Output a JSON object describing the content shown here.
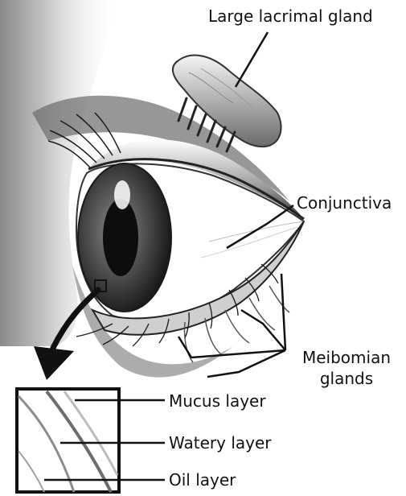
{
  "labels": {
    "large_lacrimal_gland": "Large lacrimal gland",
    "conjunctiva": "Conjunctiva",
    "meibomian_line1": "Meibomian",
    "meibomian_line2": "glands",
    "mucus_layer": "Mucus layer",
    "watery_layer": "Watery layer",
    "oil_layer": "Oil layer"
  },
  "colors": {
    "ink": "#111111",
    "iris": "#3a3a3a",
    "pupil": "#0d0d0d",
    "sclera": "#ffffff",
    "shade": "#7a7a7a"
  }
}
